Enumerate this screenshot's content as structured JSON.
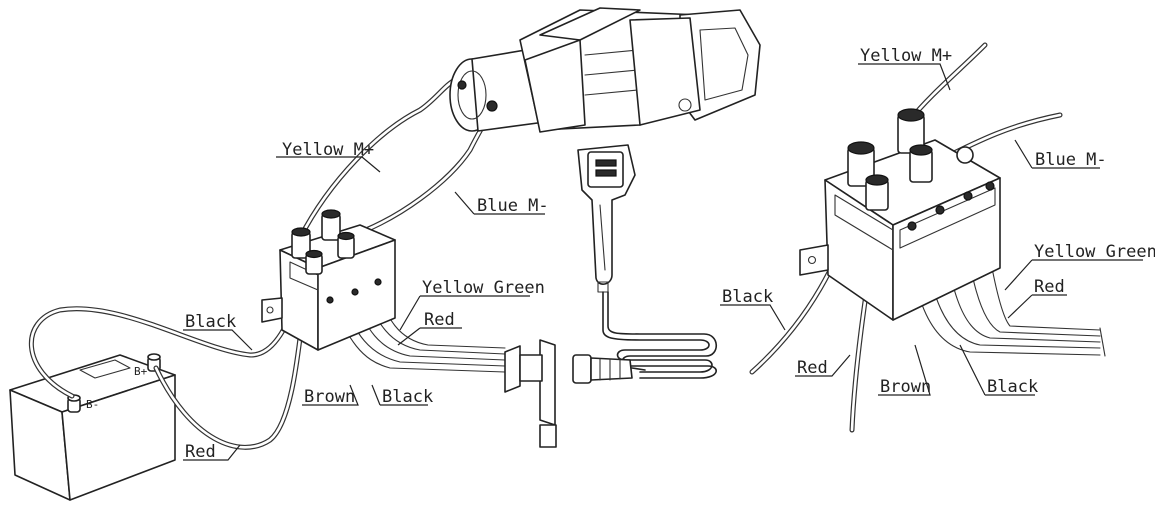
{
  "labels": {
    "left": {
      "yellow_m_plus": "Yellow M+",
      "blue_m_minus": "Blue M-",
      "yellow_green": "Yellow Green",
      "red_top": "Red",
      "black_top": "Black",
      "brown": "Brown",
      "black_bottom": "Black",
      "red_bottom": "Red"
    },
    "right": {
      "yellow_m_plus": "Yellow M+",
      "blue_m_minus": "Blue M-",
      "yellow_green": "Yellow Green",
      "red": "Red",
      "black_left": "Black",
      "red_bottom": "Red",
      "brown": "Brown",
      "black_bottom": "Black"
    },
    "battery": {
      "positive": "B+",
      "negative": "B-"
    }
  },
  "colors": {
    "line": "#222222",
    "background": "#ffffff"
  }
}
